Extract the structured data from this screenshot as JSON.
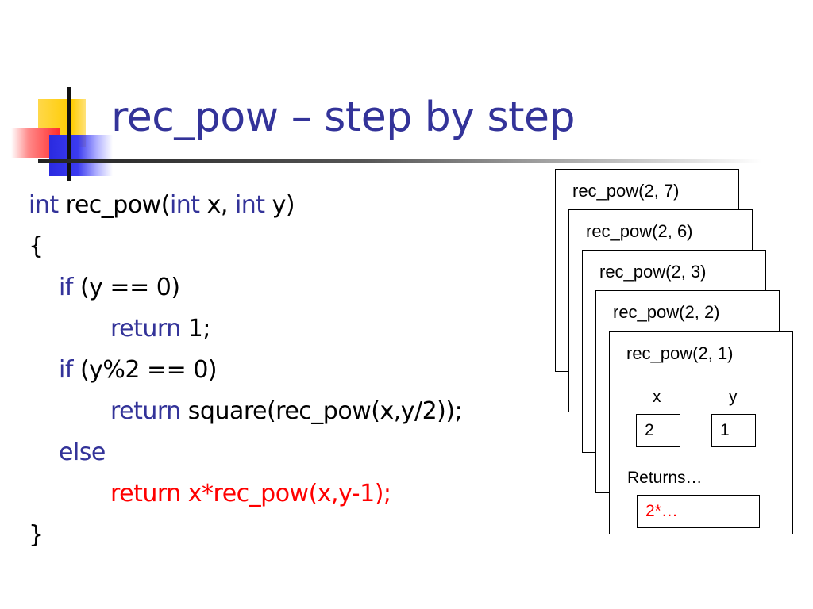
{
  "slide": {
    "title": "rec_pow – step by step"
  },
  "code": {
    "line1": {
      "kw1": "int",
      "t1": " rec_pow(",
      "kw2": "int",
      "t2": " x, ",
      "kw3": "int",
      "t3": " y)"
    },
    "line2": {
      "t1": "{"
    },
    "line3": {
      "kw1": "if",
      "t1": " (y == 0)"
    },
    "line4": {
      "kw1": "return",
      "t1": " 1;"
    },
    "line5": {
      "kw1": "if",
      "t1": " (y%2 == 0)"
    },
    "line6": {
      "kw1": "return",
      "t1": " square(rec_pow(x,y/2));"
    },
    "line7": {
      "kw1": "else"
    },
    "line8": {
      "t1": "return x*rec_pow(x,y-1);"
    },
    "line9": {
      "t1": "}"
    }
  },
  "stack": {
    "frames": [
      {
        "label": "rec_pow(2, 7)"
      },
      {
        "label": "rec_pow(2, 6)"
      },
      {
        "label": "rec_pow(2, 3)"
      },
      {
        "label": "rec_pow(2, 2)"
      },
      {
        "label": "rec_pow(2, 1)"
      }
    ],
    "top": {
      "var_x_name": "x",
      "var_y_name": "y",
      "var_x_value": "2",
      "var_y_value": "1",
      "returns_label": "Returns…",
      "returns_value": "2*…"
    }
  },
  "colors": {
    "keyword": "#333399",
    "highlight": "#ff0000",
    "title": "#333399"
  }
}
